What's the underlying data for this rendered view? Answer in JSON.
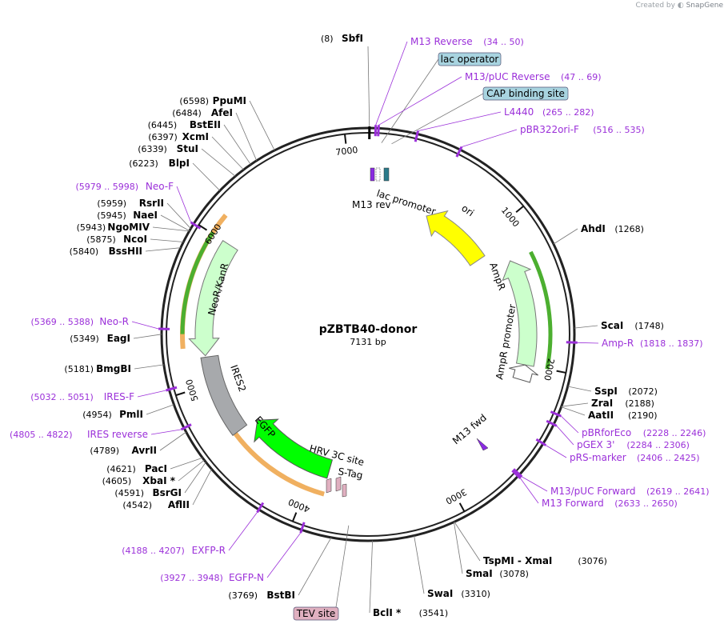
{
  "credit": {
    "prefix": "Created by",
    "brand": "SnapGene"
  },
  "plasmid": {
    "name": "pZBTB40-donor",
    "length_label": "7131 bp",
    "length": 7131
  },
  "colors": {
    "primer": "#9b30d9",
    "enzyme_text": "#000000",
    "ori": "#ffff00",
    "ampr": "#ccffcc",
    "neor": "#ccffcc",
    "egfp": "#00ff00",
    "ires": "#a7a9ac",
    "orange_band": "#f5a623",
    "green_band": "#33aa22",
    "lac_operator_box": "#a8d4e0",
    "tev_box": "#e0b0c0"
  },
  "ticks": [
    {
      "pos": 1000,
      "label": "1000"
    },
    {
      "pos": 2000,
      "label": "2000"
    },
    {
      "pos": 3000,
      "label": "3000"
    },
    {
      "pos": 4000,
      "label": "4000"
    },
    {
      "pos": 5000,
      "label": "5000"
    },
    {
      "pos": 6000,
      "label": "6000"
    },
    {
      "pos": 7000,
      "label": "7000"
    }
  ],
  "enzymes": [
    {
      "name": "SbfI",
      "pos_label": "(8)",
      "pos": 8,
      "side": "left"
    },
    {
      "name": "AhdI",
      "pos_label": "(1268)",
      "pos": 1268,
      "side": "right"
    },
    {
      "name": "ScaI",
      "pos_label": "(1748)",
      "pos": 1748,
      "side": "right"
    },
    {
      "name": "SspI",
      "pos_label": "(2072)",
      "pos": 2072,
      "side": "right"
    },
    {
      "name": "ZraI",
      "pos_label": "(2188)",
      "pos": 2188,
      "side": "right"
    },
    {
      "name": "AatII",
      "pos_label": "(2190)",
      "pos": 2190,
      "side": "right"
    },
    {
      "name": "TspMI  -  XmaI",
      "pos_label": "(3076)",
      "pos": 3076,
      "side": "right"
    },
    {
      "name": "SmaI",
      "pos_label": "(3078)",
      "pos": 3078,
      "side": "right"
    },
    {
      "name": "SwaI",
      "pos_label": "(3310)",
      "pos": 3310,
      "side": "right"
    },
    {
      "name": "BclI *",
      "pos_label": "(3541)",
      "pos": 3541,
      "side": "right"
    },
    {
      "name": "BstBI",
      "pos_label": "(3769)",
      "pos": 3769,
      "side": "left"
    },
    {
      "name": "AflII",
      "pos_label": "(4542)",
      "pos": 4542,
      "side": "left"
    },
    {
      "name": "BsrGI",
      "pos_label": "(4591)",
      "pos": 4591,
      "side": "left"
    },
    {
      "name": "XbaI *",
      "pos_label": "(4605)",
      "pos": 4605,
      "side": "left"
    },
    {
      "name": "PacI",
      "pos_label": "(4621)",
      "pos": 4621,
      "side": "left"
    },
    {
      "name": "AvrII",
      "pos_label": "(4789)",
      "pos": 4789,
      "side": "left"
    },
    {
      "name": "PmlI",
      "pos_label": "(4954)",
      "pos": 4954,
      "side": "left"
    },
    {
      "name": "BmgBI",
      "pos_label": "(5181)",
      "pos": 5181,
      "side": "left"
    },
    {
      "name": "EagI",
      "pos_label": "(5349)",
      "pos": 5349,
      "side": "left"
    },
    {
      "name": "BssHII",
      "pos_label": "(5840)",
      "pos": 5840,
      "side": "left"
    },
    {
      "name": "NcoI",
      "pos_label": "(5875)",
      "pos": 5875,
      "side": "left"
    },
    {
      "name": "NgoMIV",
      "pos_label": "(5943)",
      "pos": 5943,
      "side": "left"
    },
    {
      "name": "NaeI",
      "pos_label": "(5945)",
      "pos": 5945,
      "side": "left"
    },
    {
      "name": "RsrII",
      "pos_label": "(5959)",
      "pos": 5959,
      "side": "left"
    },
    {
      "name": "BlpI",
      "pos_label": "(6223)",
      "pos": 6223,
      "side": "left"
    },
    {
      "name": "StuI",
      "pos_label": "(6339)",
      "pos": 6339,
      "side": "left"
    },
    {
      "name": "XcmI",
      "pos_label": "(6397)",
      "pos": 6397,
      "side": "left"
    },
    {
      "name": "BstEII",
      "pos_label": "(6445)",
      "pos": 6445,
      "side": "left"
    },
    {
      "name": "AfeI",
      "pos_label": "(6484)",
      "pos": 6484,
      "side": "left"
    },
    {
      "name": "PpuMI",
      "pos_label": "(6598)",
      "pos": 6598,
      "side": "left"
    }
  ],
  "primers": [
    {
      "name": "M13 Reverse",
      "range_label": "(34 .. 50)",
      "start": 34,
      "end": 50,
      "side": "right"
    },
    {
      "name": "M13/pUC Reverse",
      "range_label": "(47 .. 69)",
      "start": 47,
      "end": 69,
      "side": "right"
    },
    {
      "name": "L4440",
      "range_label": "(265 .. 282)",
      "start": 265,
      "end": 282,
      "side": "right"
    },
    {
      "name": "pBR322ori-F",
      "range_label": "(516 .. 535)",
      "start": 516,
      "end": 535,
      "side": "right"
    },
    {
      "name": "Amp-R",
      "range_label": "(1818 .. 1837)",
      "start": 1818,
      "end": 1837,
      "side": "right"
    },
    {
      "name": "pBRforEco",
      "range_label": "(2228 .. 2246)",
      "start": 2228,
      "end": 2246,
      "side": "right"
    },
    {
      "name": "pGEX 3'",
      "range_label": "(2284 .. 2306)",
      "start": 2284,
      "end": 2306,
      "side": "right"
    },
    {
      "name": "pRS-marker",
      "range_label": "(2406 .. 2425)",
      "start": 2406,
      "end": 2425,
      "side": "right"
    },
    {
      "name": "M13/pUC Forward",
      "range_label": "(2619 .. 2641)",
      "start": 2619,
      "end": 2641,
      "side": "right"
    },
    {
      "name": "M13 Forward",
      "range_label": "(2633 .. 2650)",
      "start": 2633,
      "end": 2650,
      "side": "right"
    },
    {
      "name": "EGFP-N",
      "range_label": "(3927 .. 3948)",
      "start": 3927,
      "end": 3948,
      "side": "left"
    },
    {
      "name": "EXFP-R",
      "range_label": "(4188 .. 4207)",
      "start": 4188,
      "end": 4207,
      "side": "left"
    },
    {
      "name": "IRES reverse",
      "range_label": "(4805 .. 4822)",
      "start": 4805,
      "end": 4822,
      "side": "left"
    },
    {
      "name": "IRES-F",
      "range_label": "(5032 .. 5051)",
      "start": 5032,
      "end": 5051,
      "side": "left"
    },
    {
      "name": "Neo-R",
      "range_label": "(5369 .. 5388)",
      "start": 5369,
      "end": 5388,
      "side": "left"
    },
    {
      "name": "Neo-F",
      "range_label": "(5979 .. 5998)",
      "start": 5979,
      "end": 5998,
      "side": "left"
    }
  ],
  "boxed_features": [
    {
      "name": "lac operator",
      "pos": 80
    },
    {
      "name": "CAP binding site",
      "pos": 140
    },
    {
      "name": "TEV site",
      "pos": 3680
    }
  ],
  "inner_labels": [
    {
      "id": "lac-promoter",
      "text": "lac promoter"
    },
    {
      "id": "m13-rev",
      "text": "M13 rev"
    },
    {
      "id": "ori",
      "text": "ori"
    },
    {
      "id": "ampr",
      "text": "AmpR"
    },
    {
      "id": "ampr-promoter",
      "text": "AmpR promoter"
    },
    {
      "id": "m13-fwd",
      "text": "M13 fwd"
    },
    {
      "id": "hrv-3c",
      "text": "HRV 3C site"
    },
    {
      "id": "s-tag",
      "text": "S-Tag"
    },
    {
      "id": "egfp",
      "text": "EGFP"
    },
    {
      "id": "ires2",
      "text": "IRES2"
    },
    {
      "id": "neor",
      "text": "NeoR/KanR"
    }
  ]
}
